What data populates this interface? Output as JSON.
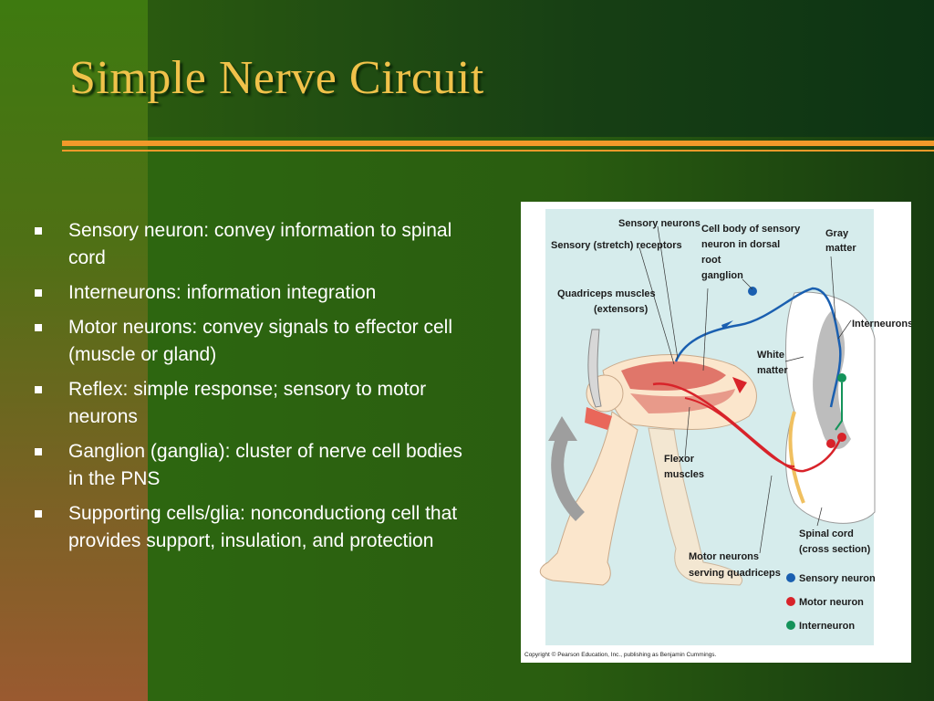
{
  "slide": {
    "title": "Simple Nerve Circuit",
    "colors": {
      "title": "#f0c24a",
      "rule": "#f2992a",
      "bullet_text": "#ffffff",
      "background": "#2a5d10"
    }
  },
  "bullets": [
    "Sensory neuron: convey information to spinal cord",
    "Interneurons: information integration",
    "Motor neurons: convey signals to effector cell (muscle or gland)",
    "Reflex:  simple response; sensory to motor neurons",
    "Ganglion (ganglia): cluster of nerve cell bodies in the PNS",
    "Supporting cells/glia: nonconductiong cell that provides support, insulation, and protection"
  ],
  "figure": {
    "labels": {
      "sensory_neurons": "Sensory neurons",
      "stretch_receptors": "Sensory (stretch) receptors",
      "cell_body_1": "Cell body of sensory",
      "cell_body_2": "neuron in dorsal",
      "cell_body_3": "root",
      "cell_body_4": "ganglion",
      "gray_1": "Gray",
      "gray_2": "matter",
      "quad_1": "Quadriceps muscles",
      "quad_2": "(extensors)",
      "interneurons": "Interneurons",
      "white_1": "White",
      "white_2": "matter",
      "flexor_1": "Flexor",
      "flexor_2": "muscles",
      "spinal_1": "Spinal cord",
      "spinal_2": "(cross section)",
      "motor_1": "Motor neurons",
      "motor_2": "serving quadriceps",
      "copyright": "Copyright © Pearson Education, Inc., publishing as Benjamin Cummings."
    },
    "legend": [
      {
        "label": "Sensory neuron",
        "color": "#1a5fb0"
      },
      {
        "label": "Motor neuron",
        "color": "#d8232a"
      },
      {
        "label": "Interneuron",
        "color": "#14935a"
      }
    ],
    "colors": {
      "panel": "#d6ecec",
      "sensory": "#1a5fb0",
      "motor": "#d8232a",
      "inter": "#14935a",
      "muscle": "#e0766a",
      "skin": "#fbe6cc",
      "gray_matter": "#bdbdbd"
    }
  }
}
